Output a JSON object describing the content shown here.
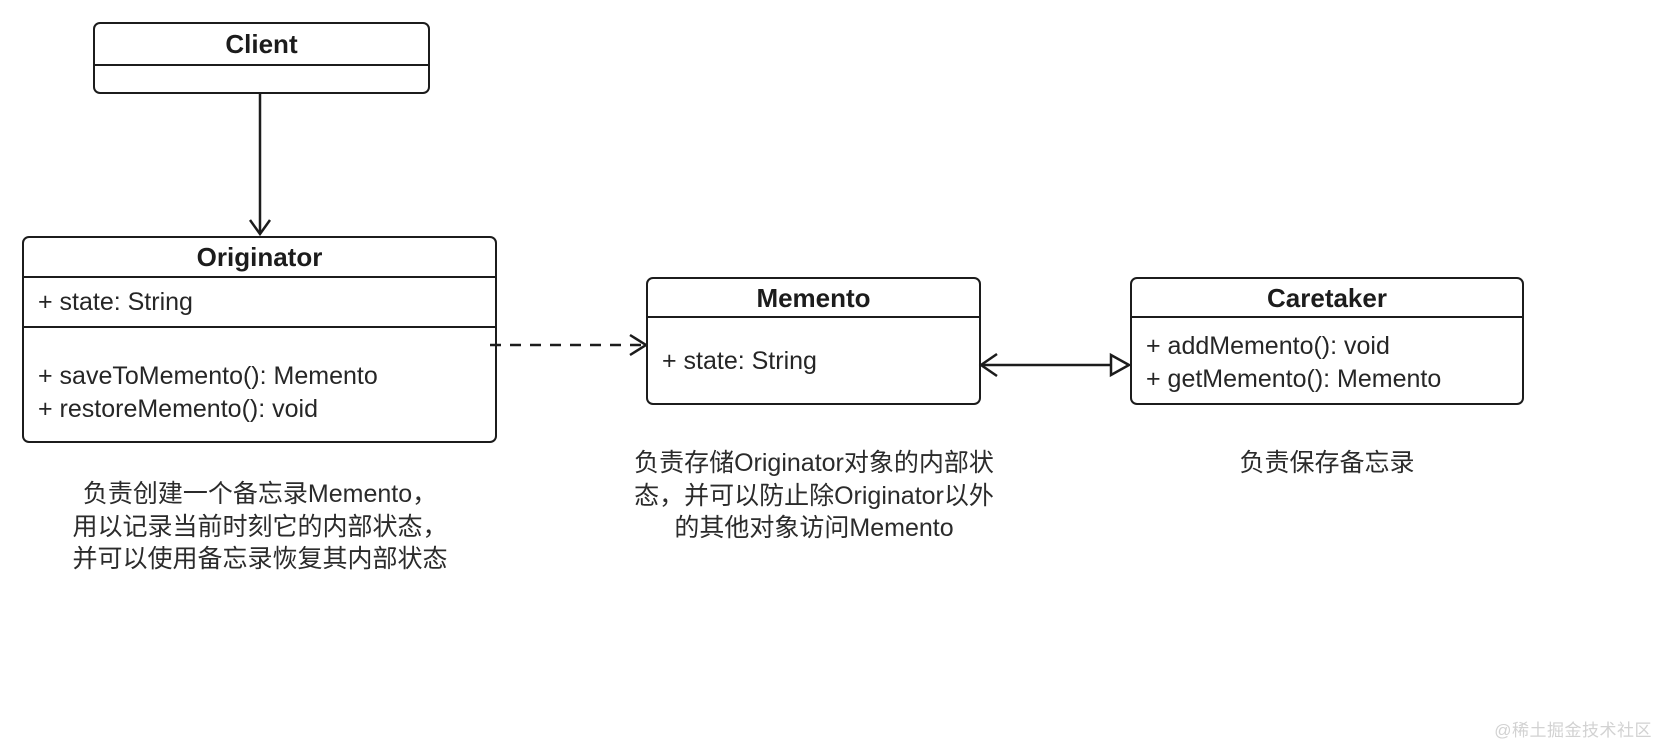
{
  "diagram": {
    "title": "Memento Pattern UML Class Diagram",
    "stroke_color": "#1c1c1c",
    "text_color": "#262626",
    "background": "#ffffff"
  },
  "classes": {
    "client": {
      "name": "Client",
      "attributes": [],
      "operations": []
    },
    "originator": {
      "name": "Originator",
      "attributes": [
        "+ state: String"
      ],
      "operations": [
        "+ saveToMemento(): Memento",
        "+ restoreMemento(): void"
      ]
    },
    "memento": {
      "name": "Memento",
      "attributes": [
        "+ state: String"
      ],
      "operations": []
    },
    "caretaker": {
      "name": "Caretaker",
      "attributes": [],
      "operations": [
        "+ addMemento(): void",
        "+ getMemento(): Memento"
      ]
    }
  },
  "connectors": {
    "client_to_originator": {
      "style": "solid",
      "arrowhead": "open-v",
      "direction": "down",
      "from": "Client",
      "to": "Originator"
    },
    "originator_to_memento": {
      "style": "dashed",
      "arrowhead": "open-v",
      "direction": "right",
      "from": "Originator",
      "to": "Memento"
    },
    "memento_to_caretaker": {
      "style": "solid",
      "arrowhead": "open-v-left-and-hollow-triangle-right",
      "direction": "bidirectional",
      "from": "Memento",
      "to": "Caretaker"
    }
  },
  "captions": {
    "originator": "负责创建一个备忘录Memento，\n用以记录当前时刻它的内部状态，\n并可以使用备忘录恢复其内部状态",
    "memento": "负责存储Originator对象的内部状\n态，并可以防止除Originator以外\n的其他对象访问Memento",
    "caretaker": "负责保存备忘录"
  },
  "watermark": {
    "text": "@稀土掘金技术社区"
  }
}
